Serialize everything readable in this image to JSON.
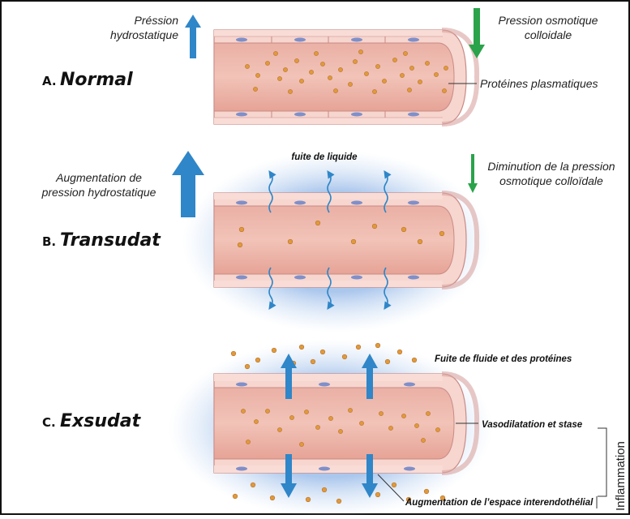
{
  "panels": {
    "a": {
      "letter": "A.",
      "title": "Normal",
      "left_label": [
        "Préssion",
        "hydrostatique"
      ],
      "right_label": [
        "Pression osmotique",
        "colloidale"
      ],
      "pointer_label": "Protéines plasmatiques"
    },
    "b": {
      "letter": "B.",
      "title": "Transudat",
      "top_label": "fuite de liquide",
      "left_label": [
        "Augmentation de",
        "pression hydrostatique"
      ],
      "right_label": [
        "Diminution de la pression",
        "osmotique colloïdale"
      ]
    },
    "c": {
      "letter": "C.",
      "title": "Exsudat",
      "top_label": "Fuite de fluide et des protéines",
      "middle_label": "Vasodilatation et stase",
      "bottom_label": "Augmentation de l’espace interendothélial",
      "vertical_label": "Inflammation"
    }
  },
  "colors": {
    "vessel_wall": "#f3c9c4",
    "vessel_lumen": "#e9a99d",
    "vessel_edge": "#c98a86",
    "nucleus": "#7f8fc9",
    "protein": "#e09a3c",
    "arrow_blue": "#2f86c8",
    "arrow_green": "#2aa34a",
    "fluid_halo": "#9fc0ea"
  }
}
